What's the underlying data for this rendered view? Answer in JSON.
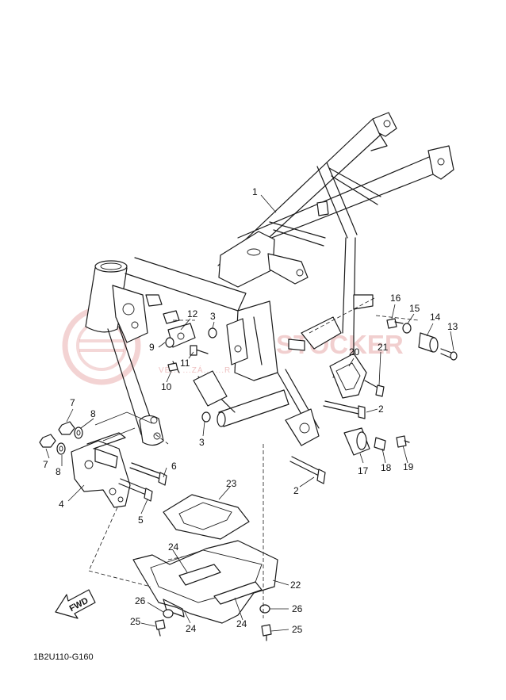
{
  "diagram_code": "1B2U110-G160",
  "fwd_label": "FWD",
  "watermark": {
    "brand": "STOCKER",
    "tagline": "VÉ... ...ZÁ... ...R YAMAHA",
    "color": "#e7a8a8"
  },
  "callouts": [
    {
      "id": "c1",
      "label": "1"
    },
    {
      "id": "c2a",
      "label": "2"
    },
    {
      "id": "c2b",
      "label": "2"
    },
    {
      "id": "c3a",
      "label": "3"
    },
    {
      "id": "c3b",
      "label": "3"
    },
    {
      "id": "c4",
      "label": "4"
    },
    {
      "id": "c5",
      "label": "5"
    },
    {
      "id": "c6",
      "label": "6"
    },
    {
      "id": "c7a",
      "label": "7"
    },
    {
      "id": "c7b",
      "label": "7"
    },
    {
      "id": "c8a",
      "label": "8"
    },
    {
      "id": "c8b",
      "label": "8"
    },
    {
      "id": "c9",
      "label": "9"
    },
    {
      "id": "c10",
      "label": "10"
    },
    {
      "id": "c11",
      "label": "11"
    },
    {
      "id": "c12",
      "label": "12"
    },
    {
      "id": "c13",
      "label": "13"
    },
    {
      "id": "c14",
      "label": "14"
    },
    {
      "id": "c15",
      "label": "15"
    },
    {
      "id": "c16",
      "label": "16"
    },
    {
      "id": "c17",
      "label": "17"
    },
    {
      "id": "c18",
      "label": "18"
    },
    {
      "id": "c19",
      "label": "19"
    },
    {
      "id": "c20",
      "label": "20"
    },
    {
      "id": "c21",
      "label": "21"
    },
    {
      "id": "c22",
      "label": "22"
    },
    {
      "id": "c23",
      "label": "23"
    },
    {
      "id": "c24a",
      "label": "24"
    },
    {
      "id": "c24b",
      "label": "24"
    },
    {
      "id": "c24c",
      "label": "24"
    },
    {
      "id": "c25a",
      "label": "25"
    },
    {
      "id": "c25b",
      "label": "25"
    },
    {
      "id": "c26a",
      "label": "26"
    },
    {
      "id": "c26b",
      "label": "26"
    }
  ]
}
